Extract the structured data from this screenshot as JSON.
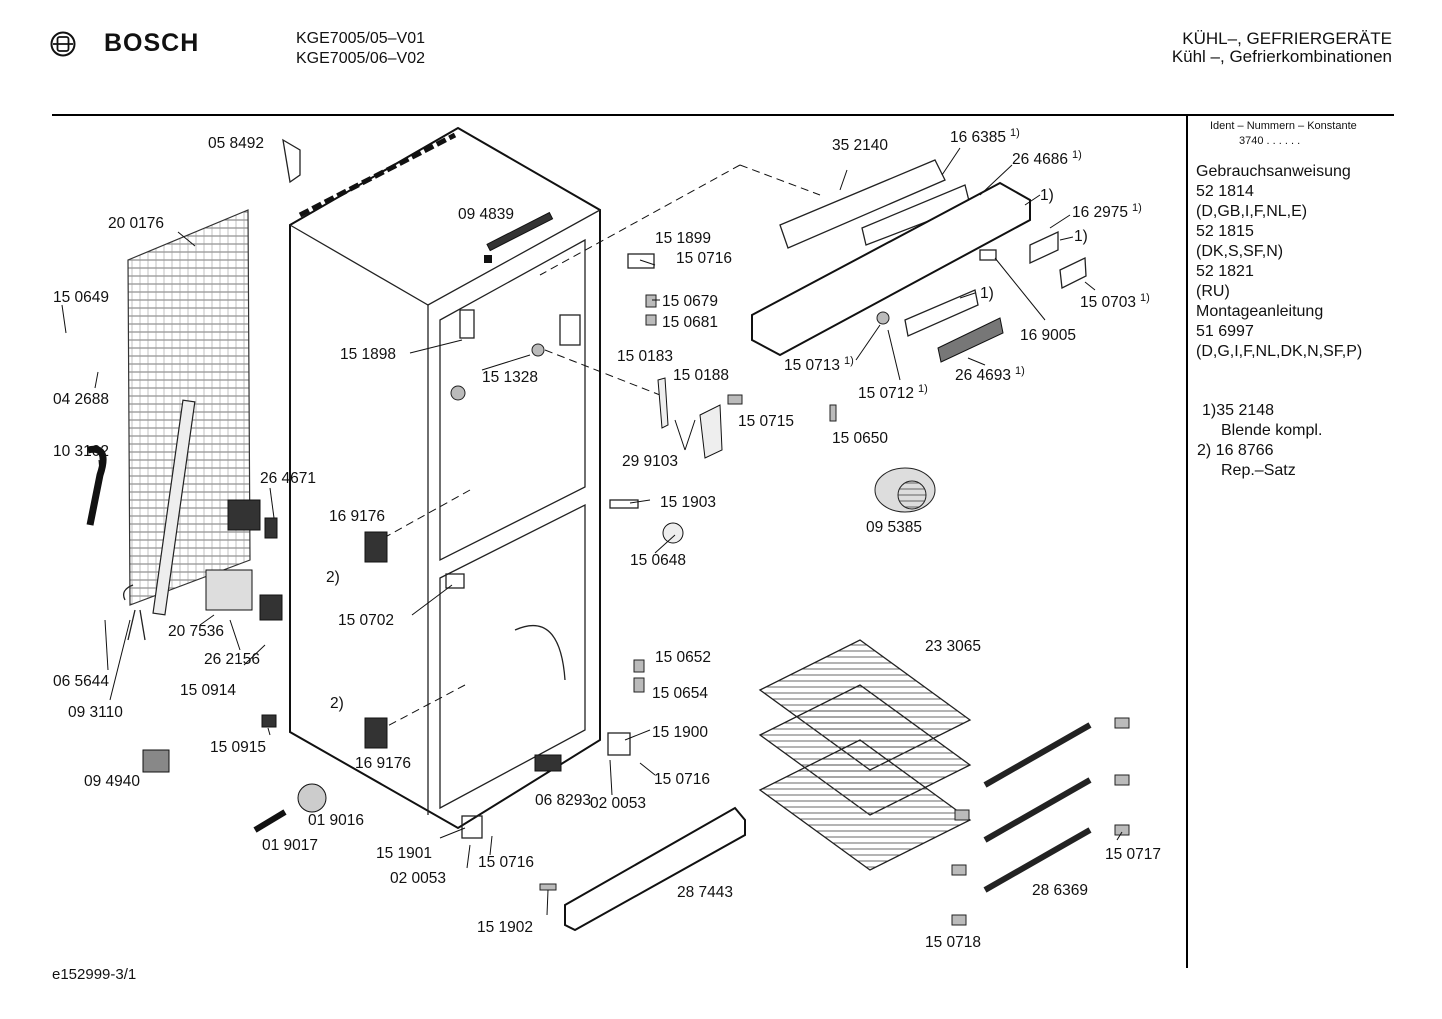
{
  "header": {
    "brand": "BOSCH",
    "models": [
      "KGE7005/05–V01",
      "KGE7005/06–V02"
    ],
    "category": [
      "KÜHL–, GEFRIERGERÄTE",
      "Kühl –, Gefrierkombinationen"
    ]
  },
  "sidebar": {
    "ident_label": "Ident – Nummern – Konstante",
    "ident_value": "3740 . . . . . .",
    "lines": [
      "Gebrauchsanweisung",
      "52 1814",
      "(D,GB,I,F,NL,E)",
      "52 1815",
      "(DK,S,SF,N)",
      "52 1821",
      "(RU)",
      "Montageanleitung",
      "51 6997",
      "(D,G,I,F,NL,DK,N,SF,P)"
    ],
    "notes": [
      "1)35 2148",
      "Blende kompl.",
      "2) 16 8766",
      "Rep.–Satz"
    ]
  },
  "footer": "e152999-3/1",
  "callouts": [
    {
      "text": "05 8492"
    },
    {
      "text": "20 0176"
    },
    {
      "text": "15 0649"
    },
    {
      "text": "04 2688"
    },
    {
      "text": "10 3102"
    },
    {
      "text": "26 4671"
    },
    {
      "text": "20 7536"
    },
    {
      "text": "26 2156"
    },
    {
      "text": "06 5644"
    },
    {
      "text": "15 0914"
    },
    {
      "text": "09 3110"
    },
    {
      "text": "15 0915"
    },
    {
      "text": "09 4940"
    },
    {
      "text": "01 9016"
    },
    {
      "text": "01 9017"
    },
    {
      "text": "09 4839"
    },
    {
      "text": "15 1898"
    },
    {
      "text": "15 1328"
    },
    {
      "text": "16 9176"
    },
    {
      "text": "2)"
    },
    {
      "text": "15 0702"
    },
    {
      "text": "2)"
    },
    {
      "text": "16 9176"
    },
    {
      "text": "15 1901"
    },
    {
      "text": "02 0053"
    },
    {
      "text": "15 0716"
    },
    {
      "text": "15 1902"
    },
    {
      "text": "28 7443"
    },
    {
      "text": "06 8293"
    },
    {
      "text": "02 0053"
    },
    {
      "text": "15 0716"
    },
    {
      "text": "15 1900"
    },
    {
      "text": "15 0652"
    },
    {
      "text": "15 0654"
    },
    {
      "text": "15 1903"
    },
    {
      "text": "15 0648"
    },
    {
      "text": "15 0183"
    },
    {
      "text": "15 0188"
    },
    {
      "text": "29 9103"
    },
    {
      "text": "15 0715"
    },
    {
      "text": "15 1899"
    },
    {
      "text": "15 0716"
    },
    {
      "text": "15 0679"
    },
    {
      "text": "15 0681"
    },
    {
      "text": "35 2140"
    },
    {
      "text": "16 6385",
      "sup": "1)"
    },
    {
      "text": "26 4686",
      "sup": "1)"
    },
    {
      "text": "1)"
    },
    {
      "text": "16 2975",
      "sup": "1)"
    },
    {
      "text": "1)"
    },
    {
      "text": "15 0703",
      "sup": "1)"
    },
    {
      "text": "16 9005"
    },
    {
      "text": "1)"
    },
    {
      "text": "15 0713",
      "sup": "1)"
    },
    {
      "text": "15 0712",
      "sup": "1)"
    },
    {
      "text": "26 4693",
      "sup": "1)"
    },
    {
      "text": "15 0650"
    },
    {
      "text": "09 5385"
    },
    {
      "text": "23 3065"
    },
    {
      "text": "15 0717"
    },
    {
      "text": "28 6369"
    },
    {
      "text": "15 0718"
    }
  ]
}
